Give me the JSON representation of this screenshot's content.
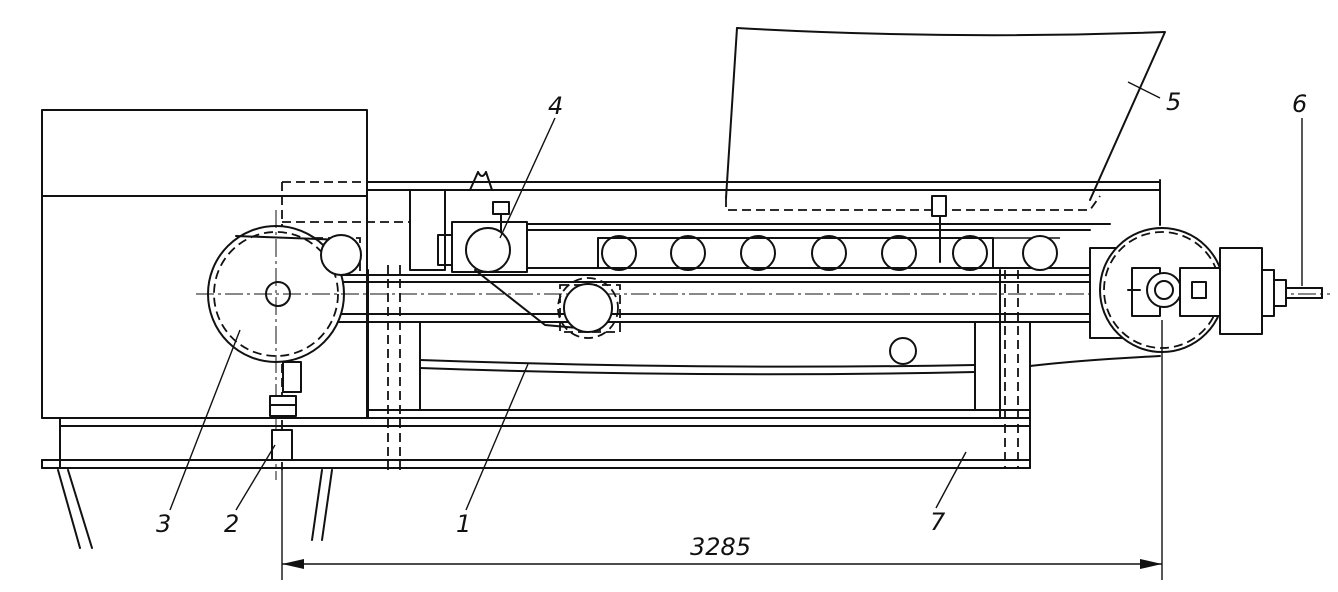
{
  "labels": {
    "l1": "1",
    "l2": "2",
    "l3": "3",
    "l4": "4",
    "l5": "5",
    "l6": "6",
    "l7": "7"
  },
  "dimension": {
    "length": "3285"
  }
}
